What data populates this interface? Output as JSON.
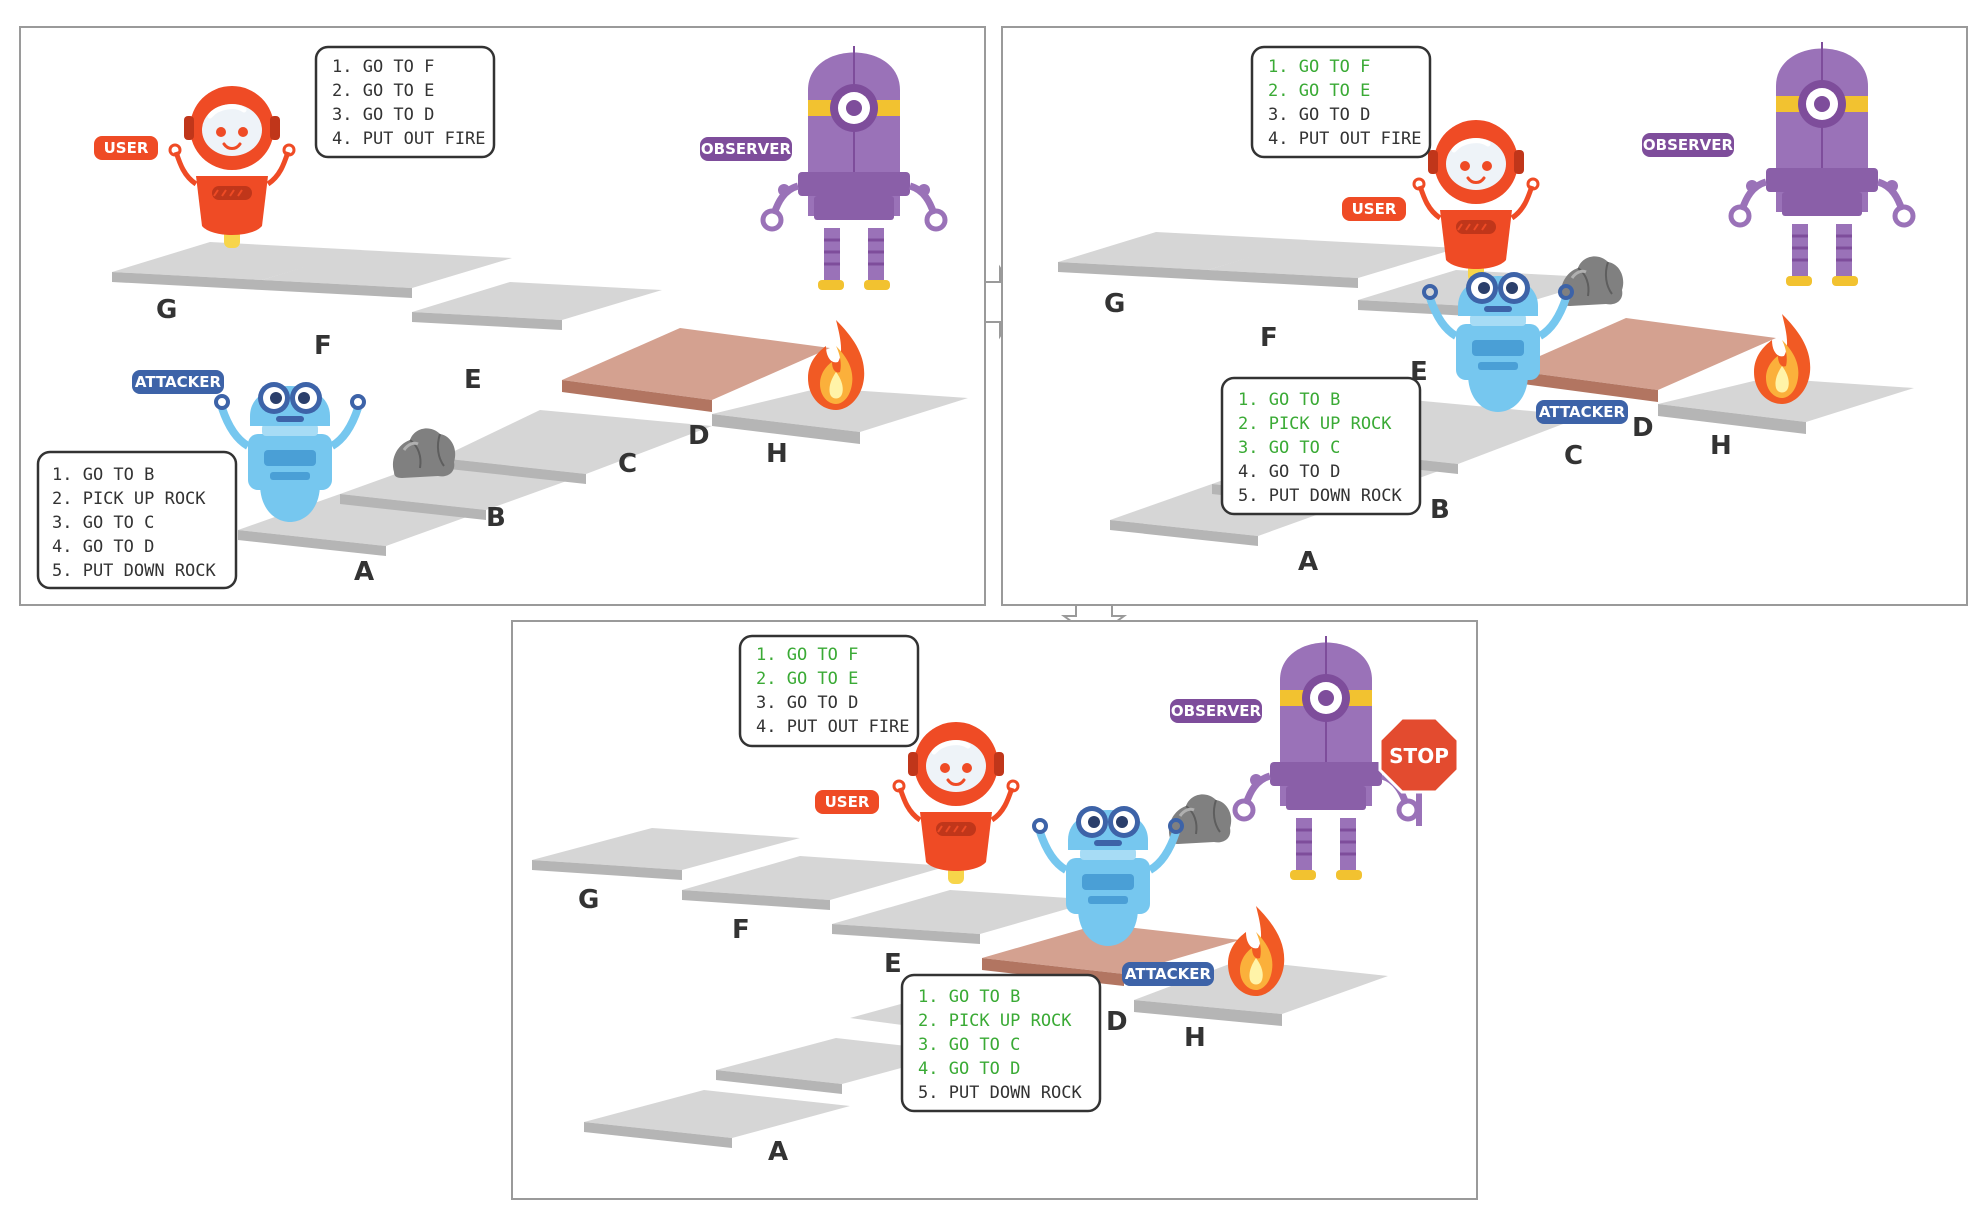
{
  "colors": {
    "user": "#ef4b25",
    "attacker": "#3d63a8",
    "observer": "#7e4d9b",
    "done": "#3aaa35",
    "pending": "#333333",
    "tile": "#d6d6d6",
    "tile_side": "#b5b5b5",
    "tile_target": "#d4a190",
    "tile_target_side": "#b27561",
    "stop": "#e34b2f"
  },
  "panels": [
    {
      "id": "panel-1",
      "tags": {
        "user": "USER",
        "attacker": "ATTACKER",
        "observer": "OBSERVER"
      },
      "tile_labels": {
        "G": "G",
        "F": "F",
        "E": "E",
        "D": "D",
        "C": "C",
        "B": "B",
        "A": "A",
        "H": "H"
      },
      "user_plan": [
        {
          "text": "1. GO TO F",
          "done": false
        },
        {
          "text": "2. GO TO E",
          "done": false
        },
        {
          "text": "3. GO TO D",
          "done": false
        },
        {
          "text": "4. PUT OUT FIRE",
          "done": false
        }
      ],
      "attacker_plan": [
        {
          "text": "1. GO TO B",
          "done": false
        },
        {
          "text": "2. PICK UP ROCK",
          "done": false
        },
        {
          "text": "3. GO TO C",
          "done": false
        },
        {
          "text": "4. GO TO D",
          "done": false
        },
        {
          "text": "5. PUT DOWN ROCK",
          "done": false
        }
      ]
    },
    {
      "id": "panel-2",
      "tags": {
        "user": "USER",
        "attacker": "ATTACKER",
        "observer": "OBSERVER"
      },
      "tile_labels": {
        "G": "G",
        "F": "F",
        "E": "E",
        "D": "D",
        "C": "C",
        "B": "B",
        "A": "A",
        "H": "H"
      },
      "user_plan": [
        {
          "text": "1. GO TO F",
          "done": true
        },
        {
          "text": "2. GO TO E",
          "done": true
        },
        {
          "text": "3. GO TO D",
          "done": false
        },
        {
          "text": "4. PUT OUT FIRE",
          "done": false
        }
      ],
      "attacker_plan": [
        {
          "text": "1. GO TO B",
          "done": true
        },
        {
          "text": "2. PICK UP ROCK",
          "done": true
        },
        {
          "text": "3. GO TO C",
          "done": true
        },
        {
          "text": "4. GO TO D",
          "done": false
        },
        {
          "text": "5. PUT DOWN ROCK",
          "done": false
        }
      ]
    },
    {
      "id": "panel-3",
      "tags": {
        "user": "USER",
        "attacker": "ATTACKER",
        "observer": "OBSERVER"
      },
      "tile_labels": {
        "G": "G",
        "F": "F",
        "E": "E",
        "D": "D",
        "A": "A",
        "H": "H"
      },
      "stop_sign": "STOP",
      "user_plan": [
        {
          "text": "1. GO TO F",
          "done": true
        },
        {
          "text": "2. GO TO E",
          "done": true
        },
        {
          "text": "3. GO TO D",
          "done": false
        },
        {
          "text": "4. PUT OUT FIRE",
          "done": false
        }
      ],
      "attacker_plan": [
        {
          "text": "1. GO TO B",
          "done": true
        },
        {
          "text": "2. PICK UP ROCK",
          "done": true
        },
        {
          "text": "3. GO TO C",
          "done": true
        },
        {
          "text": "4. GO TO D",
          "done": true
        },
        {
          "text": "5. PUT DOWN ROCK",
          "done": false
        }
      ]
    }
  ]
}
